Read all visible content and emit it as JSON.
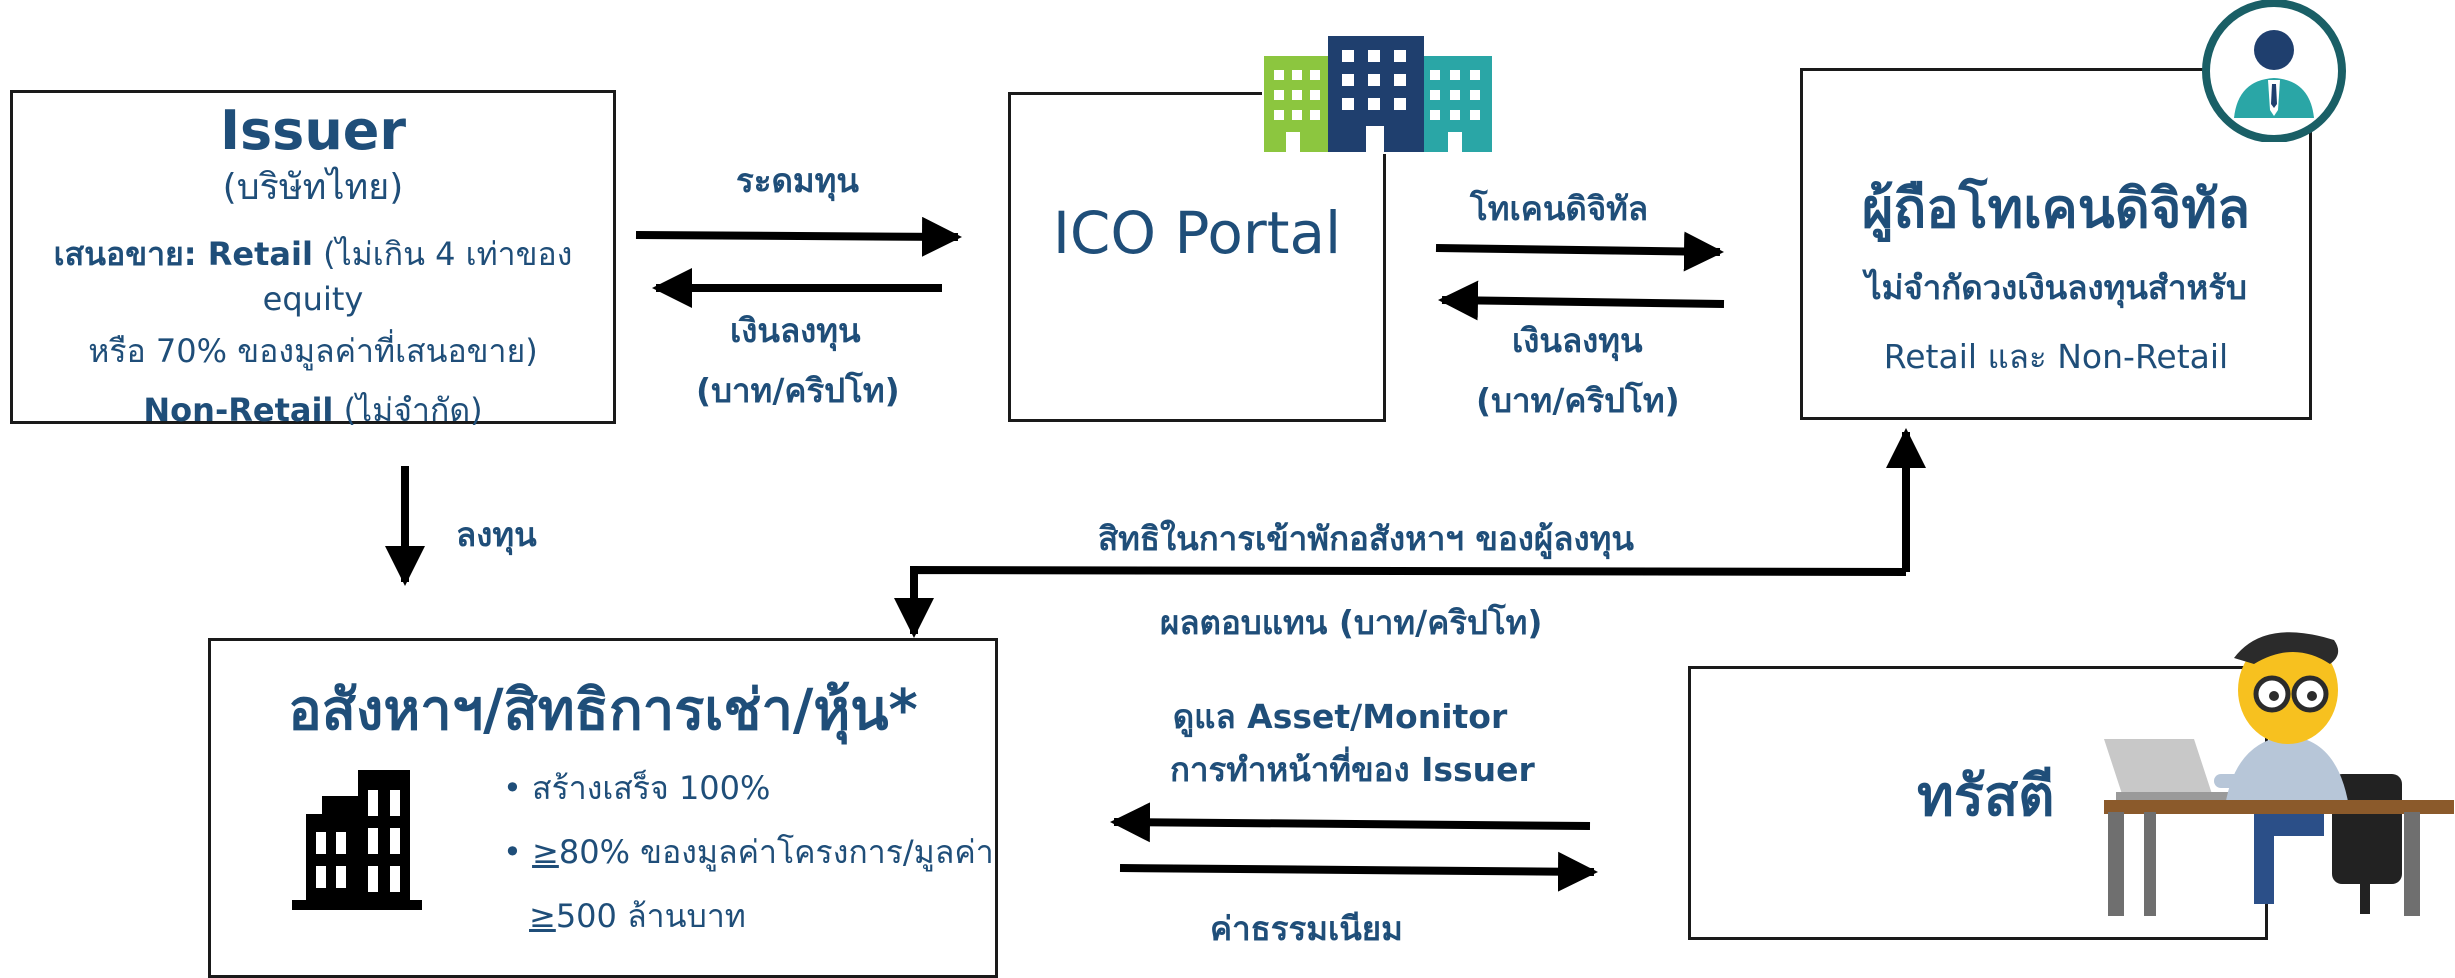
{
  "issuer": {
    "title": "Issuer",
    "subtitle": "(บริษัทไทย)",
    "retail_label": "เสนอขาย: Retail",
    "retail_text": " (ไม่เกิน 4 เท่าของ equity",
    "retail_text2": "หรือ 70% ของมูลค่าที่เสนอขาย)",
    "nonretail_label": "Non-Retail",
    "nonretail_text": " (ไม่จำกัด)"
  },
  "portal": {
    "title": "ICO Portal"
  },
  "holder": {
    "title": "ผู้ถือโทเคนดิจิทัล",
    "line1": "ไม่จำกัดวงเงินลงทุนสำหรับ",
    "line2": "Retail และ Non-Retail"
  },
  "asset": {
    "title": "อสังหาฯ/สิทธิการเช่า/หุ้น*",
    "bullet1": "สร้างเสร็จ 100%",
    "bullet2_ge": "≥",
    "bullet2": "80% ของมูลค่าโครงการ/มูลค่า",
    "bullet3_ge": "≥",
    "bullet3": "500 ล้านบาท"
  },
  "trustee": {
    "title": "ทรัสตี"
  },
  "labels": {
    "raise": "ระดมทุน",
    "invest_money": "เงินลงทุน",
    "baht_crypto": "(บาท/คริปโท)",
    "digital_token": "โทเคนดิจิทัล",
    "invest_money2": "เงินลงทุน",
    "baht_crypto2": "(บาท/คริปโท)",
    "invest": "ลงทุน",
    "rights": "สิทธิในการเข้าพักอสังหาฯ ของผู้ลงทุน",
    "returns": "ผลตอบแทน (บาท/คริปโท)",
    "monitor1": "ดูแล Asset/Monitor",
    "monitor2": "การทำหน้าที่ของ Issuer",
    "fee": "ค่าธรรมเนียม"
  },
  "colors": {
    "text": "#1f4e79",
    "building_green": "#8cc63f",
    "building_navy": "#1f3f6e",
    "building_teal": "#2aa6a6"
  },
  "icons": [
    "office-buildings-icon",
    "businessman-avatar-icon",
    "apartment-building-icon",
    "person-at-desk-icon"
  ]
}
